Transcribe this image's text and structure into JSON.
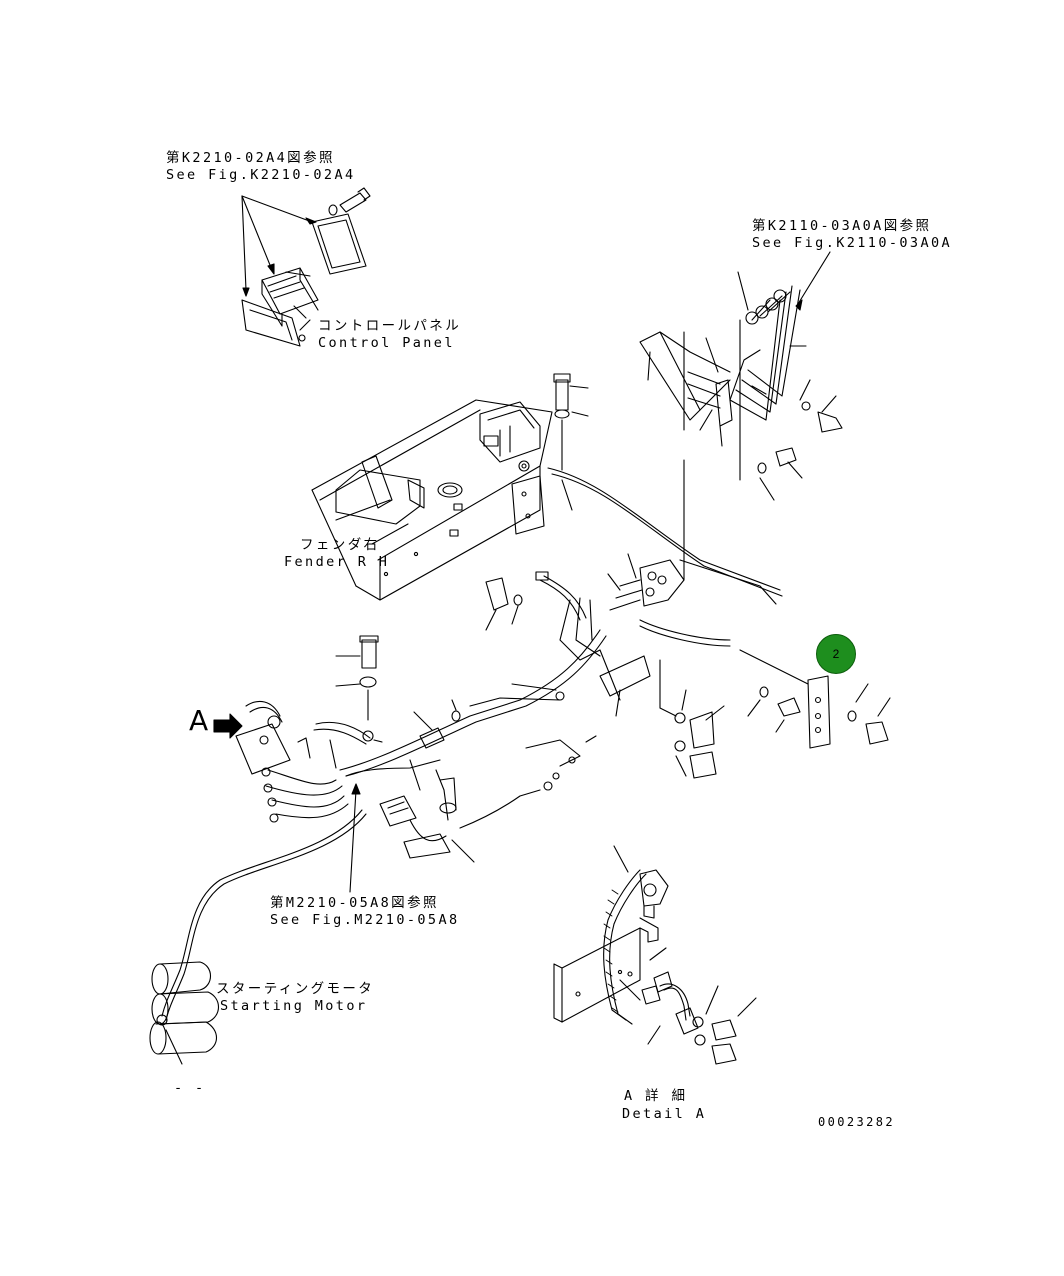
{
  "callouts": {
    "top_left_jp": "第K2210-02A4図参照",
    "top_left_en": "See Fig.K2210-02A4",
    "top_right_jp": "第K2110-03A0A図参照",
    "top_right_en": "See Fig.K2110-03A0A",
    "control_panel_jp": "コントロールパネル",
    "control_panel_en": "Control Panel",
    "fender_jp": "フェンダ右",
    "fender_en": "Fender R H",
    "middle_jp": "第M2210-05A8図参照",
    "middle_en": "See Fig.M2210-05A8",
    "starting_motor_jp": "スターティングモータ",
    "starting_motor_en": "Starting Motor",
    "view_letter": "A",
    "detail_jp": "A 詳 細",
    "detail_en": "Detail A",
    "dash_mark": "- -",
    "drawing_number": "00023282"
  },
  "badge": {
    "number": "2",
    "color": "#1e8e1e"
  }
}
